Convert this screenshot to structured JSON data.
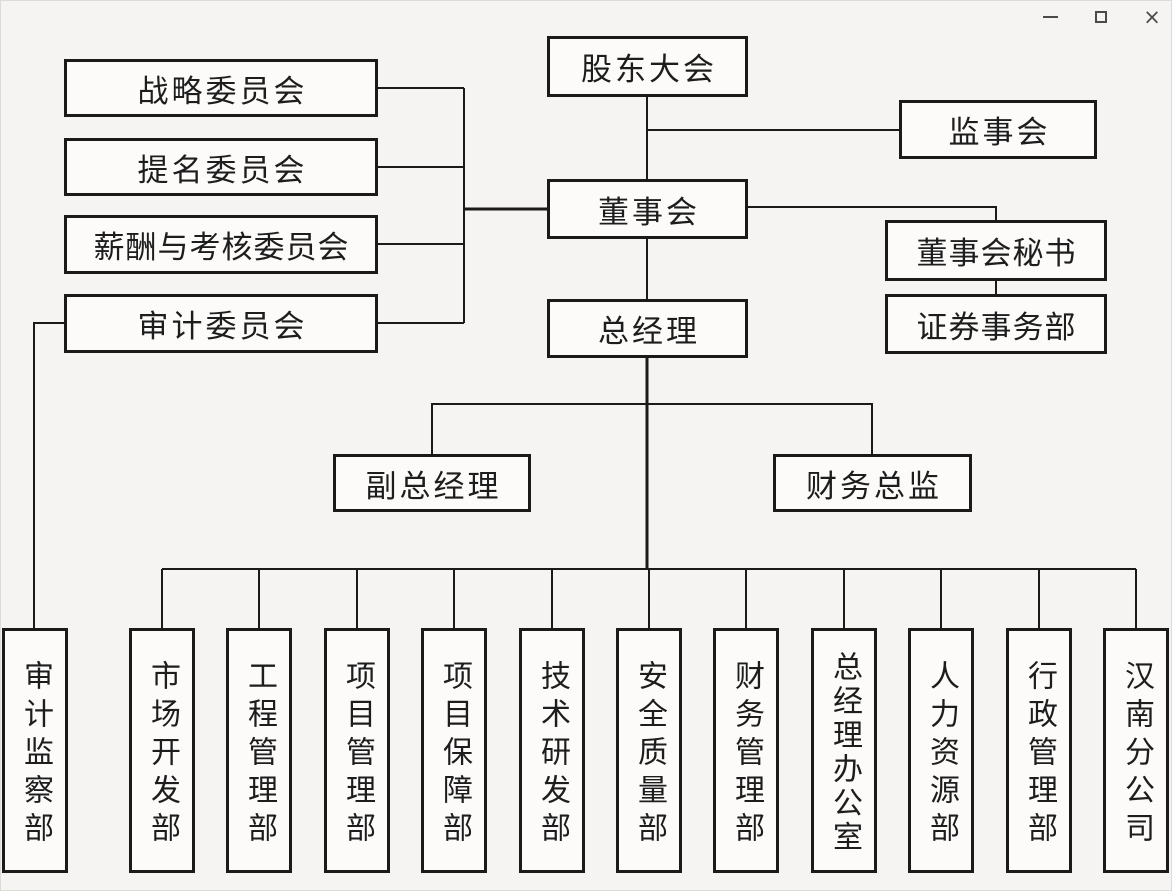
{
  "window": {
    "controls": {
      "minimize_icon": "minimize-icon",
      "maximize_icon": "maximize-icon",
      "close_icon": "close-icon",
      "close_glyph": "×"
    }
  },
  "colors": {
    "background": "#f5f4f2",
    "box_fill": "#fcfbfa",
    "line": "#1a1a1a",
    "text": "#1d1d1d",
    "control": "#4a4a4a"
  },
  "org_chart": {
    "nodes": {
      "shareholders": {
        "label": "股东大会"
      },
      "supervisory_board": {
        "label": "监事会"
      },
      "board": {
        "label": "董事会"
      },
      "board_secretary": {
        "label": "董事会秘书"
      },
      "securities_dept": {
        "label": "证券事务部"
      },
      "general_manager": {
        "label": "总经理"
      },
      "deputy_general_manager": {
        "label": "副总经理"
      },
      "finance_director": {
        "label": "财务总监"
      },
      "committees": [
        {
          "label": "战略委员会"
        },
        {
          "label": "提名委员会"
        },
        {
          "label": "薪酬与考核委员会"
        },
        {
          "label": "审计委员会"
        }
      ],
      "departments": [
        {
          "label": "审计监察部"
        },
        {
          "label": "市场开发部"
        },
        {
          "label": "工程管理部"
        },
        {
          "label": "项目管理部"
        },
        {
          "label": "项目保障部"
        },
        {
          "label": "技术研发部"
        },
        {
          "label": "安全质量部"
        },
        {
          "label": "财务管理部"
        },
        {
          "label": "总经理办公室"
        },
        {
          "label": "人力资源部"
        },
        {
          "label": "行政管理部"
        },
        {
          "label": "汉南分公司"
        }
      ]
    }
  }
}
